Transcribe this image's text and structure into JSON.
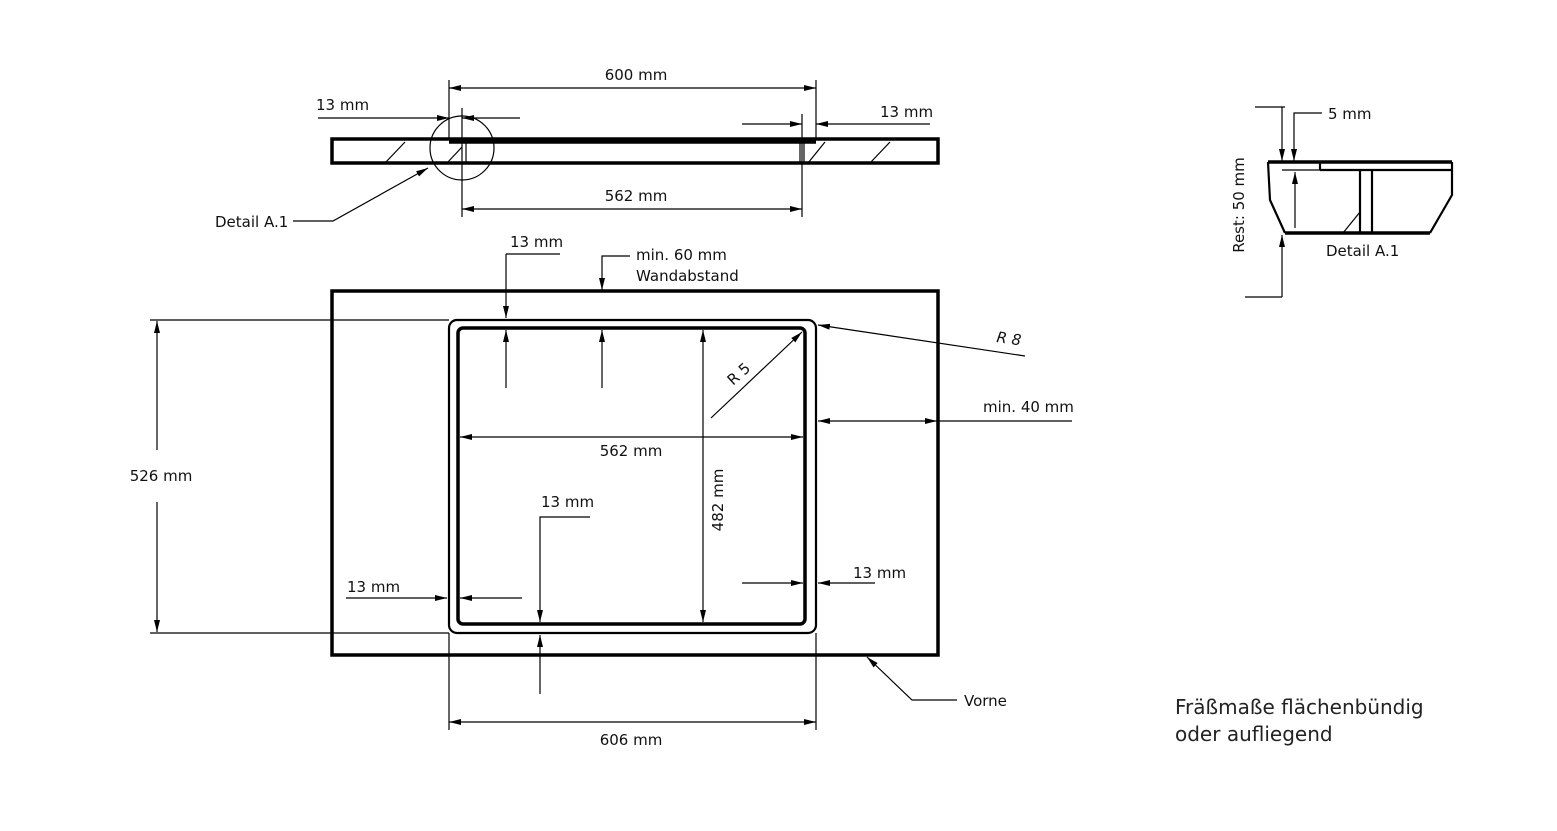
{
  "side_view": {
    "overall_width": "600 mm",
    "left_offset": "13 mm",
    "right_offset": "13 mm",
    "inner_width": "562 mm",
    "detail_label": "Detail A.1"
  },
  "top_view": {
    "top_offset": "13 mm",
    "wall_distance_line1": "min. 60 mm",
    "wall_distance_line2": "Wandabstand",
    "outer_radius": "R 8",
    "inner_radius": "R 5",
    "right_min": "min. 40 mm",
    "inner_width": "562 mm",
    "depth": "526 mm",
    "inner_depth": "482 mm",
    "bottom_offset": "13 mm",
    "left_offset": "13 mm",
    "right_offset": "13 mm",
    "front_label": "Vorne",
    "overall_width": "606 mm"
  },
  "detail": {
    "thickness": "5 mm",
    "remaining": "Rest: 50 mm",
    "label": "Detail A.1"
  },
  "caption": {
    "line1": "Fräßmaße flächenbündig",
    "line2": "oder aufliegend"
  }
}
